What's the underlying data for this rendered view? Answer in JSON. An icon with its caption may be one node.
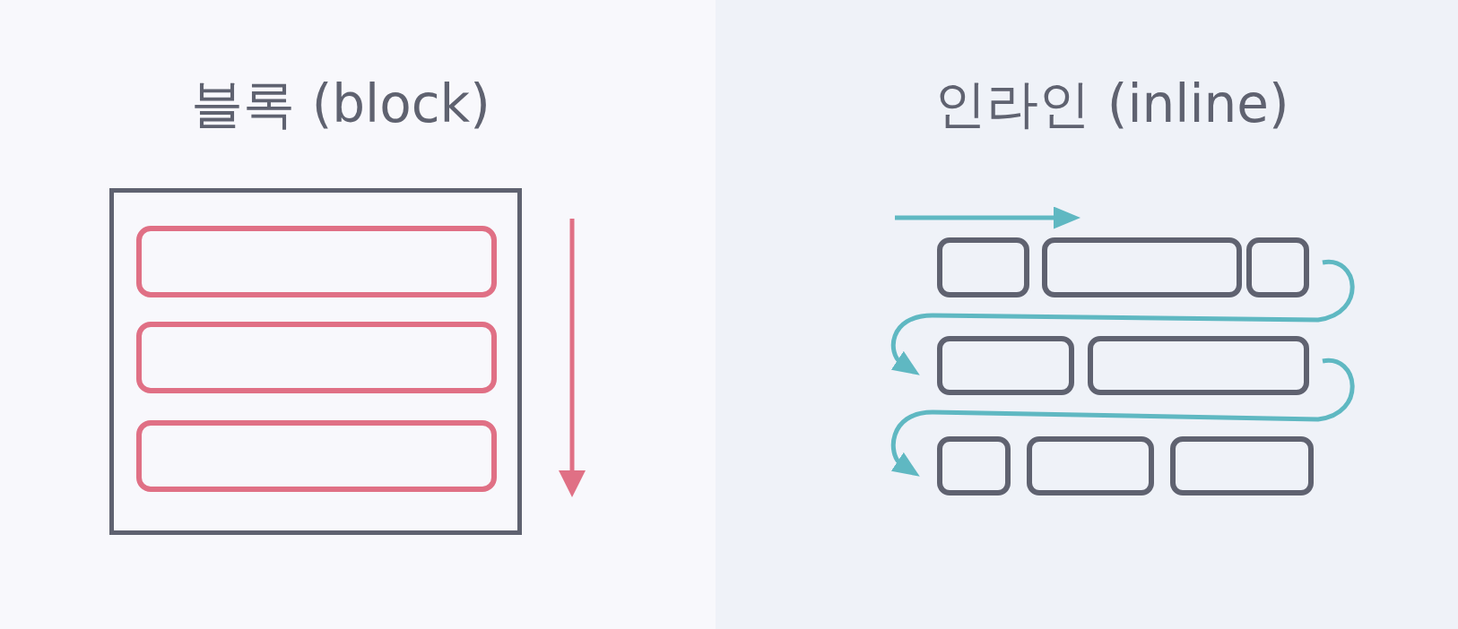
{
  "diagram": {
    "nodes": [
      {
        "text": [],
        "shape": "box"
      },
      {
        "text": [],
        "shape": "box",
        "in": 0
      },
      {
        "text": [],
        "shape": "box",
        "in": 0
      },
      {
        "text": [],
        "shape": "box",
        "in": 0
      },
      {
        "text": [],
        "shape": "box"
      },
      {
        "text": [],
        "shape": "box"
      },
      {
        "text": [],
        "shape": "box"
      },
      {
        "text": [],
        "shape": "box"
      },
      {
        "text": [],
        "shape": "box"
      },
      {
        "text": [],
        "shape": "box"
      },
      {
        "text": [],
        "shape": "box"
      },
      {
        "text": [],
        "shape": "box"
      }
    ],
    "edges": [],
    "labels": [
      "블록 (block)",
      "인라인 (inline)"
    ]
  }
}
